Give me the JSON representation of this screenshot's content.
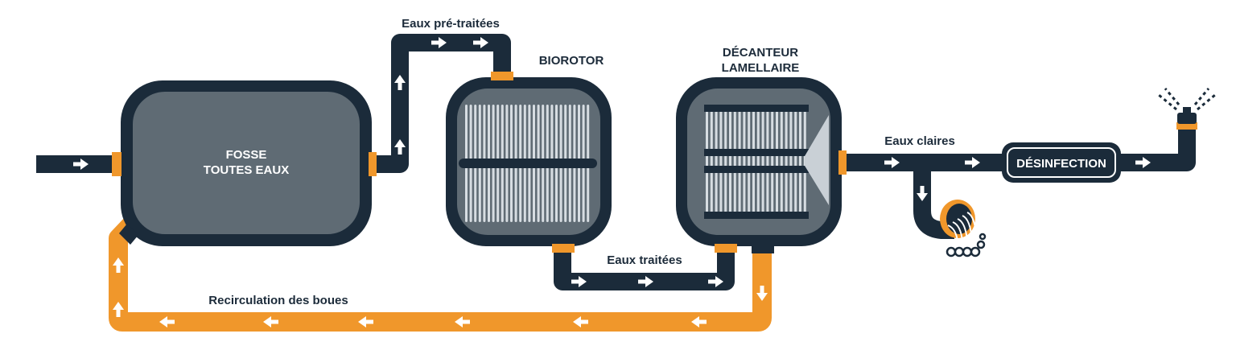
{
  "labels": {
    "pretreated": "Eaux pré-traitées",
    "biorotor": "BIOROTOR",
    "decanter_line1": "DÉCANTEUR",
    "decanter_line2": "LAMELLAIRE",
    "septic_line1": "FOSSE",
    "septic_line2": "TOUTES EAUX",
    "treated": "Eaux traitées",
    "clear": "Eaux claires",
    "disinfection": "DÉSINFECTION",
    "recirculation": "Recirculation des boues"
  },
  "colors": {
    "navy": "#1b2b3a",
    "tank_fill": "#5f6b74",
    "orange": "#f0972b",
    "arrow": "#ffffff",
    "light_grey": "#c9d0d6"
  },
  "icons": {
    "arrow": "right-arrow-icon",
    "outlet": "outlet-pipe-icon",
    "sprinkler": "sprinkler-icon"
  }
}
